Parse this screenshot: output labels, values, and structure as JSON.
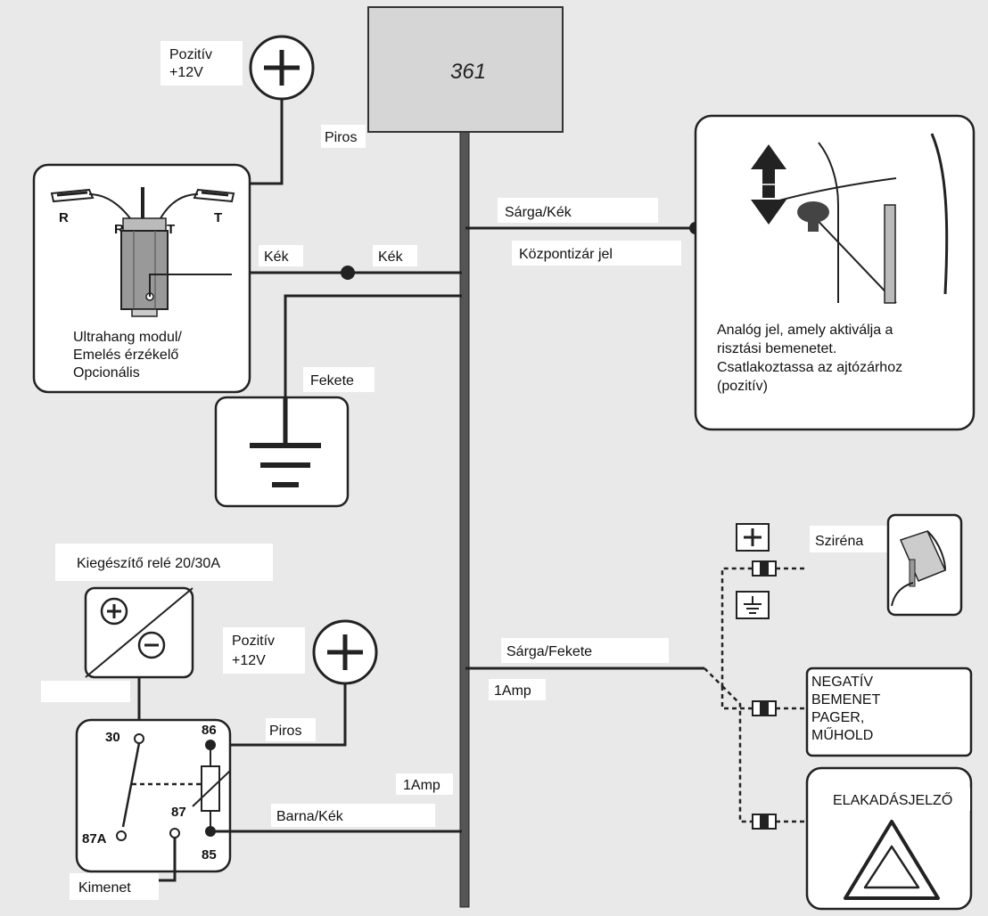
{
  "main_unit": {
    "label": "361"
  },
  "power_top": {
    "label_line1": "Pozitív",
    "label_line2": "+12V"
  },
  "wire_piros_top": {
    "label": "Piros"
  },
  "ultrasonic": {
    "line1": "Ultrahang modul/",
    "line2": "Emelés érzékelő",
    "line3": "Opcionális",
    "sensor_left": "R",
    "sensor_right": "T",
    "pin_r": "R",
    "pin_t": "T"
  },
  "wire_kek": {
    "left": "Kék",
    "right": "Kék"
  },
  "ground_wire": {
    "label": "Fekete"
  },
  "central_lock": {
    "wire_label": "Sárga/Kék",
    "signal_label": "Központizár jel"
  },
  "analog_note": {
    "line1": "Analóg jel, amely aktiválja a",
    "line2": "risztási bemenetet.",
    "line3": "Csatlakoztassa az ajtózárhoz",
    "line4": "(pozitív)"
  },
  "relay_title": {
    "label": "Kiegészítő relé 20/30A"
  },
  "power_mid": {
    "label_line1": "Pozitív",
    "label_line2": "+12V"
  },
  "wire_piros_mid": {
    "label": "Piros"
  },
  "relay": {
    "pin30": "30",
    "pin86": "86",
    "pin87a": "87A",
    "pin87": "87",
    "pin85": "85"
  },
  "wire_barna": {
    "label": "Barna/Kék",
    "fuse": "1Amp"
  },
  "wire_sarga_fekete": {
    "label": "Sárga/Fekete",
    "fuse": "1Amp"
  },
  "siren": {
    "label": "Sziréna"
  },
  "negative_input": {
    "line1": "NEGATÍV",
    "line2": "BEMENET",
    "line3": "PAGER,",
    "line4": "MŰHOLD"
  },
  "hazard": {
    "label": "ELAKADÁSJELZŐ"
  },
  "output": {
    "label": "Kimenet"
  }
}
